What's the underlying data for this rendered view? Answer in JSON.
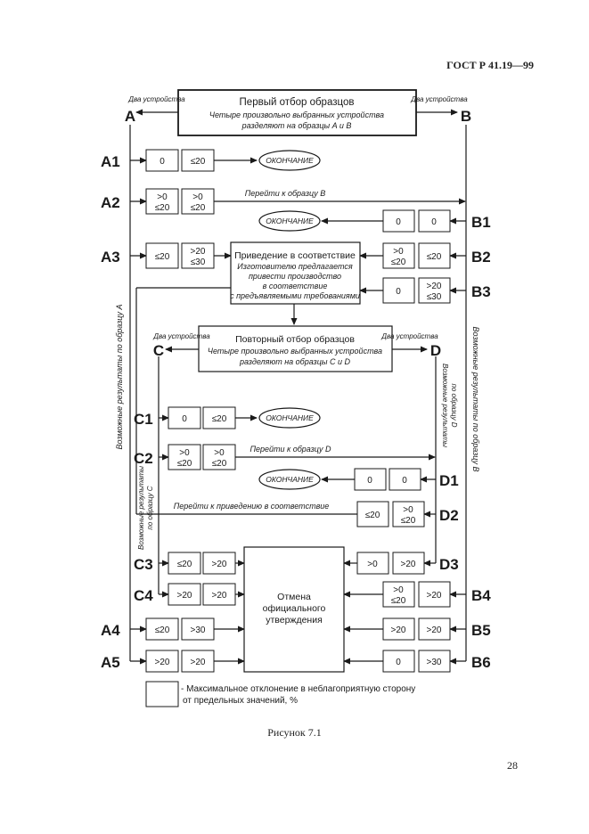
{
  "header": {
    "standard": "ГОСТ Р 41.19—99"
  },
  "page_number": "28",
  "caption": "Рисунок 7.1",
  "top_box": {
    "title": "Первый отбор образцов",
    "sub1": "Четыре произвольно выбранных устройства",
    "sub2": "разделяют на образцы A и B",
    "left_note": "Два устройства",
    "right_note": "Два устройства",
    "label_a": "A",
    "label_b": "B"
  },
  "rows": {
    "A1": {
      "label": "A1",
      "c1": "0",
      "c2": "≤20"
    },
    "A2": {
      "label": "A2",
      "c1a": ">0",
      "c1b": "≤20",
      "c2a": ">0",
      "c2b": "≤20"
    },
    "B1": {
      "label": "B1",
      "c1": "0",
      "c2": "0"
    },
    "A3": {
      "label": "A3",
      "c1": "≤20",
      "c2a": ">20",
      "c2b": "≤30"
    },
    "B2": {
      "label": "B2",
      "c1a": ">0",
      "c1b": "≤20",
      "c2": "≤20"
    },
    "B3": {
      "label": "B3",
      "c1": "0",
      "c2a": ">20",
      "c2b": "≤30"
    },
    "C1": {
      "label": "C1",
      "c1": "0",
      "c2": "≤20"
    },
    "C2": {
      "label": "C2",
      "c1a": ">0",
      "c1b": "≤20",
      "c2a": ">0",
      "c2b": "≤20"
    },
    "D1": {
      "label": "D1",
      "c1": "0",
      "c2": "0"
    },
    "D2": {
      "label": "D2",
      "c1": "≤20",
      "c2a": ">0",
      "c2b": "≤20"
    },
    "C3": {
      "label": "C3",
      "c1": "≤20",
      "c2": ">20"
    },
    "D3": {
      "label": "D3",
      "c1": ">0",
      "c2": ">20"
    },
    "C4": {
      "label": "C4",
      "c1": ">20",
      "c2": ">20"
    },
    "B4": {
      "label": "B4",
      "c1a": ">0",
      "c1b": "≤20",
      "c2": ">20"
    },
    "A4": {
      "label": "A4",
      "c1": "≤20",
      "c2": ">30"
    },
    "B5": {
      "label": "B5",
      "c1": ">20",
      "c2": ">20"
    },
    "A5": {
      "label": "A5",
      "c1": ">20",
      "c2": ">20"
    },
    "B6": {
      "label": "B6",
      "c1": "0",
      "c2": ">30"
    }
  },
  "end_label": "ОКОНЧАНИЕ",
  "goto_b": "Перейти к образцу B",
  "goto_d": "Перейти к образцу D",
  "goto_conform": "Перейти к приведению в соответствие",
  "conform_box": {
    "title": "Приведение в соответствие",
    "l1": "Изготовителю предлагается",
    "l2": "привести производство",
    "l3": "в соответствие",
    "l4": "с предъявляемыми требованиями"
  },
  "second_box": {
    "title": "Повторный отбор образцов",
    "sub1": "Четыре произвольно выбранных устройства",
    "sub2": "разделяют на образцы C и D",
    "left_note": "Два устройства",
    "right_note": "Два устройства",
    "label_c": "C",
    "label_d": "D"
  },
  "cancel_box": {
    "l1": "Отмена",
    "l2": "официального",
    "l3": "утверждения"
  },
  "vertical": {
    "left_a": "Возможные результаты по образцу A",
    "right_b": "Возможные результаты по образцу B",
    "left_c1": "Возможные результаты",
    "left_c2": "по образцу C",
    "right_d1": "Возможные результаты",
    "right_d2": "по образцу D"
  },
  "legend": {
    "l1": "- Максимальное отклонение в неблагоприятную сторону",
    "l2": "от предельных значений, %"
  }
}
